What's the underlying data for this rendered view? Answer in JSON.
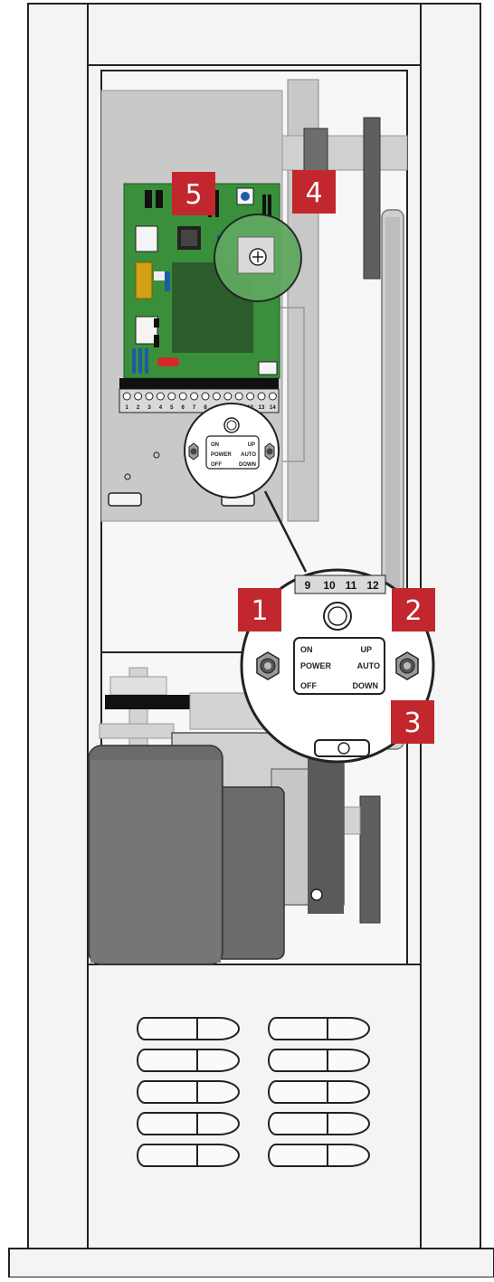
{
  "colors": {
    "callout": "#c1272d",
    "panel": "#c8c8c8",
    "cabinet": "#f4f4f4",
    "outline": "#222222",
    "motor": "#6b6b6b",
    "pcb": "#2e7d32"
  },
  "callouts": [
    {
      "label": "1"
    },
    {
      "label": "2"
    },
    {
      "label": "3"
    },
    {
      "label": "4"
    },
    {
      "label": "5"
    }
  ],
  "switch_plate": {
    "on": "ON",
    "power": "POWER",
    "off": "OFF",
    "up": "UP",
    "auto": "AUTO",
    "down": "DOWN"
  },
  "terminals": [
    "1",
    "2",
    "3",
    "4",
    "5",
    "6",
    "7",
    "8",
    "9",
    "10",
    "11",
    "12",
    "13",
    "14"
  ],
  "zoom_terminals": [
    "9",
    "10",
    "11",
    "12"
  ]
}
